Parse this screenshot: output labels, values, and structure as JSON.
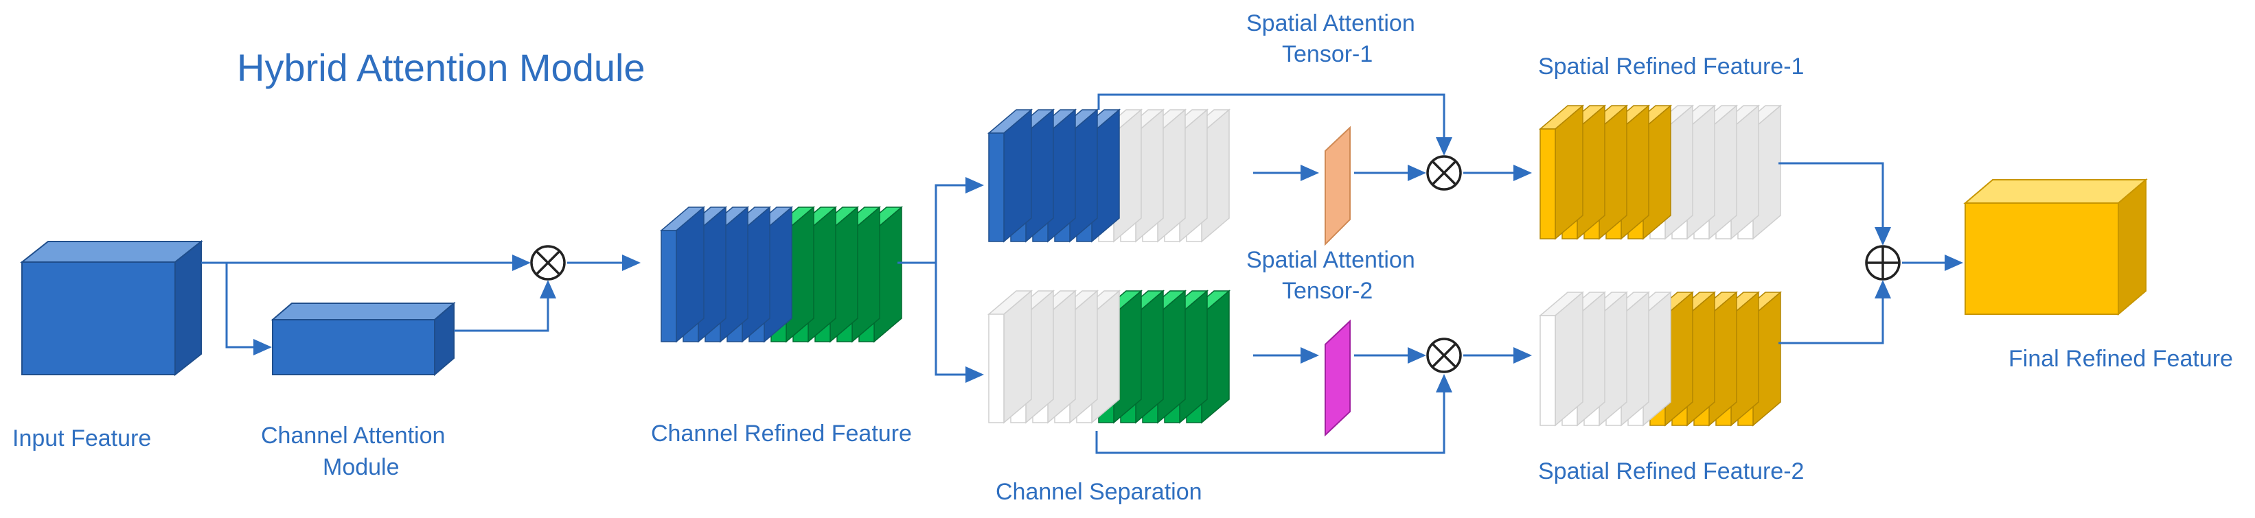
{
  "title": "Hybrid Attention Module",
  "labels": {
    "input_feature": "Input Feature",
    "channel_attention_l1": "Channel Attention",
    "channel_attention_l2": "Module",
    "channel_refined": "Channel Refined Feature",
    "channel_separation": "Channel Separation",
    "spatial_tensor1_l1": "Spatial Attention",
    "spatial_tensor1_l2": "Tensor-1",
    "spatial_tensor2_l1": "Spatial Attention",
    "spatial_tensor2_l2": "Tensor-2",
    "spatial_refined1": "Spatial Refined Feature-1",
    "spatial_refined2": "Spatial Refined Feature-2",
    "final_refined": "Final Refined Feature"
  },
  "colors": {
    "blue": "#2f6fc0",
    "green": "#00b050",
    "yellow": "#ffc000",
    "orange": "#f4b183",
    "magenta": "#e040d8",
    "white_slice": "#ffffff"
  }
}
